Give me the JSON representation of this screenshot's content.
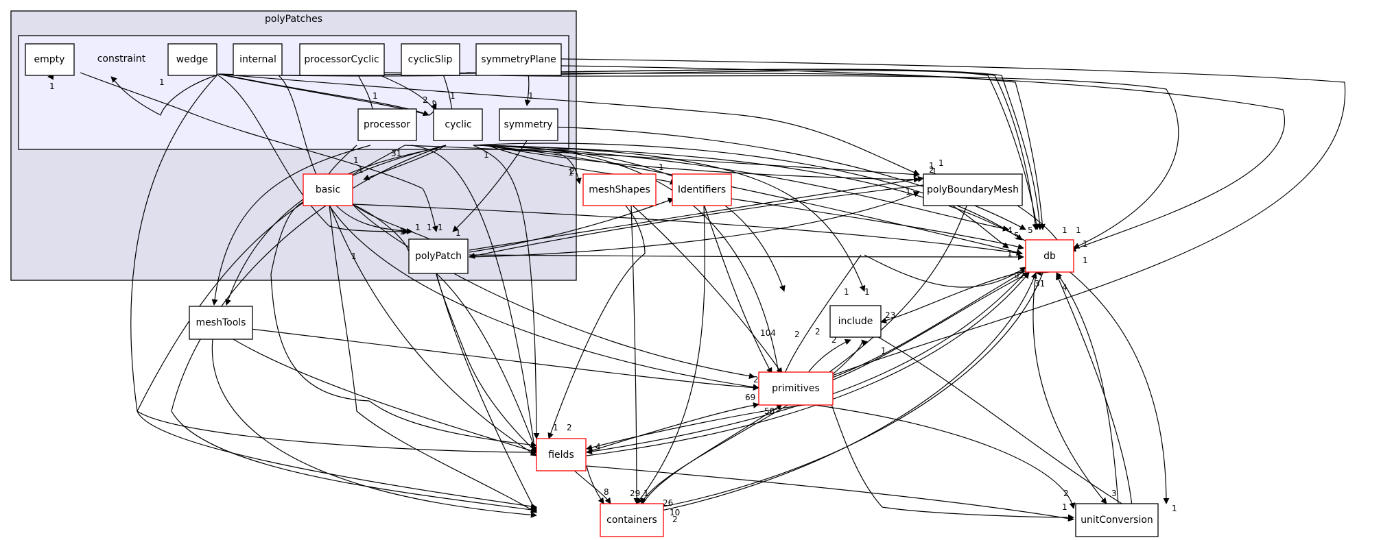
{
  "clusters": {
    "outer": {
      "label": "polyPatches"
    },
    "inner": {
      "label": "constraint"
    }
  },
  "nodes": {
    "empty": "empty",
    "wedge": "wedge",
    "internal": "internal",
    "processorCyclic": "processorCyclic",
    "cyclicSlip": "cyclicSlip",
    "symmetryPlane": "symmetryPlane",
    "processor": "processor",
    "cyclic": "cyclic",
    "symmetry": "symmetry",
    "basic": "basic",
    "polyPatch": "polyPatch",
    "meshShapes": "meshShapes",
    "Identifiers": "Identifiers",
    "polyBoundaryMesh": "polyBoundaryMesh",
    "db": "db",
    "include": "include",
    "meshTools": "meshTools",
    "primitives": "primitives",
    "fields": "fields",
    "containers": "containers",
    "unitConversion": "unitConversion"
  },
  "edge_labels": {
    "e1": "1",
    "e2": "1",
    "e3": "1",
    "e4": "2",
    "e5": "1",
    "e6": "1",
    "e7": "1",
    "e8": "1",
    "e9": "1",
    "e10": "1",
    "e11": "1",
    "e12": "1",
    "e13": "31",
    "e14": "1",
    "e15": "2",
    "e16": "1",
    "e17": "2",
    "e18": "1",
    "e19": "1",
    "e20": "1",
    "e21": "1",
    "e22": "1",
    "e23": "1",
    "e24": "1",
    "e25": "5",
    "e26": "4",
    "e27": "5",
    "e28": "1",
    "e29": "1",
    "e30": "1",
    "e31": "1",
    "e32": "1",
    "e33": "92",
    "e34": "31",
    "e35": "4",
    "e36": "23",
    "e37": "1",
    "e38": "1",
    "e39": "104",
    "e40": "2",
    "e41": "2",
    "e42": "2",
    "e43": "2",
    "e44": "69",
    "e45": "50",
    "e46": "1",
    "e47": "2",
    "e48": "4",
    "e49": "8",
    "e50": "29",
    "e51": "1",
    "e52": "26",
    "e53": "10",
    "e54": "2",
    "e55": "2",
    "e56": "1",
    "e57": "3",
    "e58": "1",
    "e59": "1",
    "e60": "4"
  }
}
